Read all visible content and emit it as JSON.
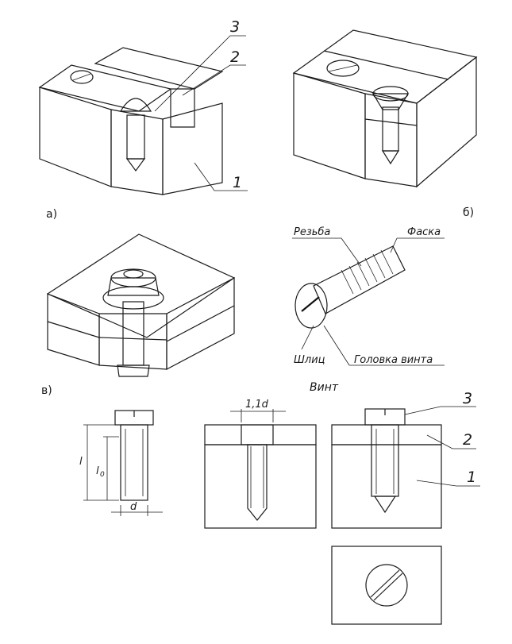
{
  "section_labels": {
    "a": "а)",
    "b": "б)",
    "v": "в)"
  },
  "callouts_a": {
    "n3": "3",
    "n2": "2",
    "n1": "1"
  },
  "screw_parts": {
    "thread": "Резьба",
    "chamfer": "Фаска",
    "slot": "Шлиц",
    "head": "Головка винта"
  },
  "drawing": {
    "title": "Винт",
    "dim_bore": "1,1d",
    "dim_l": "l",
    "dim_l0": "l",
    "dim_l0_sub": "0",
    "dim_d": "d",
    "n3": "3",
    "n2": "2",
    "n1": "1"
  },
  "colors": {
    "ink": "#1a1a1a",
    "face_light": "#dcdcdc",
    "face_mid": "#a8a8a8",
    "face_dark": "#6e6e6e",
    "screw_dark": "#3a3a3a"
  }
}
